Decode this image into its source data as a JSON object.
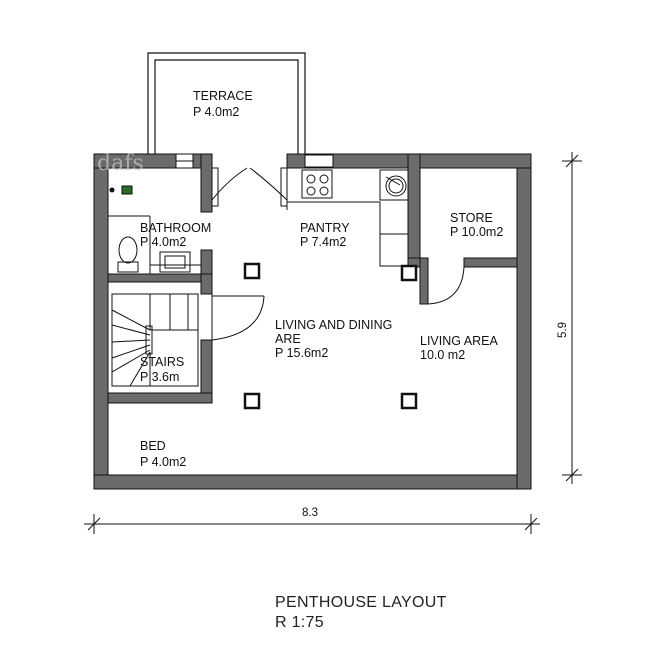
{
  "rooms": {
    "terrace": {
      "name": "TERRACE",
      "area": "P 4.0m2"
    },
    "bathroom": {
      "name": "BATHROOM",
      "area": "P 4.0m2"
    },
    "pantry": {
      "name": "PANTRY",
      "area": "P 7.4m2"
    },
    "store": {
      "name": "STORE",
      "area": "P 10.0m2"
    },
    "living_dining": {
      "name_line1": "LIVING AND DINING",
      "name_line2": "ARE",
      "area": "P 15.6m2"
    },
    "living_area": {
      "name": "LIVING AREA",
      "area": "10.0 m2"
    },
    "stairs": {
      "name": "STAIRS",
      "area": "P 3.6m"
    },
    "bed": {
      "name": "BED",
      "area": "P 4.0m2"
    }
  },
  "dimensions": {
    "width": "8.3",
    "height": "5.9"
  },
  "title": {
    "line1": "PENTHOUSE LAYOUT",
    "line2": "R 1:75"
  },
  "watermark": "dafs",
  "colors": {
    "wall": "#6b6b6b",
    "outline": "#111111",
    "background": "#ffffff"
  }
}
